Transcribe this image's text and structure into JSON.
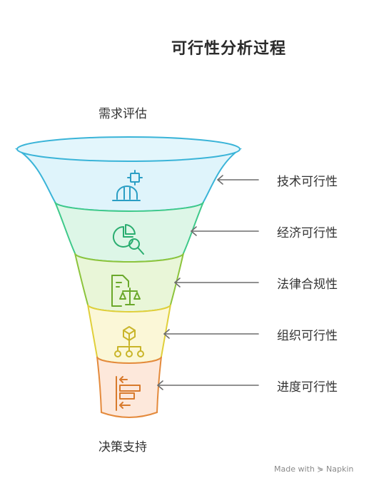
{
  "title": "可行性分析过程",
  "top_label": "需求评估",
  "bottom_label": "决策支持",
  "stages": [
    {
      "label": "技术可行性",
      "icon": "helmet-gear-icon",
      "fill": "#dff4fb",
      "stroke": "#3ab4d8"
    },
    {
      "label": "经济可行性",
      "icon": "pie-chart-search-icon",
      "fill": "#ddf6e7",
      "stroke": "#3ec98a"
    },
    {
      "label": "法律合规性",
      "icon": "legal-document-scale-icon",
      "fill": "#e9f6d8",
      "stroke": "#8cc43c"
    },
    {
      "label": "组织可行性",
      "icon": "org-structure-icon",
      "fill": "#fbf7d7",
      "stroke": "#e0cf3a"
    },
    {
      "label": "进度可行性",
      "icon": "timeline-icon",
      "fill": "#fde8db",
      "stroke": "#e48a3c"
    }
  ],
  "credit": "Made with ⋟ Napkin"
}
